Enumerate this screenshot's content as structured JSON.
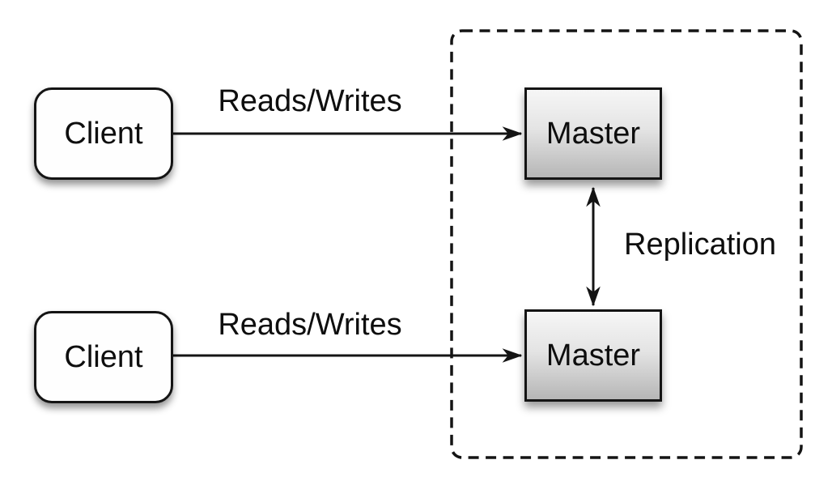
{
  "colors": {
    "background": "#ffffff",
    "stroke": "#141414",
    "text": "#0e0e0e",
    "client_fill": "#fefefe",
    "master_fill_top": "#f6f6f6",
    "master_fill_mid": "#e4e4e4",
    "master_fill_bottom": "#b6b6b6"
  },
  "diagram": {
    "type": "architecture-diagram",
    "clients": [
      {
        "id": "client-1",
        "label": "Client"
      },
      {
        "id": "client-2",
        "label": "Client"
      }
    ],
    "masters": [
      {
        "id": "master-1",
        "label": "Master"
      },
      {
        "id": "master-2",
        "label": "Master"
      }
    ],
    "edges": [
      {
        "id": "reads-writes-top",
        "label": "Reads/Writes",
        "from": "client-1",
        "to": "master-1",
        "direction": "one-way"
      },
      {
        "id": "reads-writes-bottom",
        "label": "Reads/Writes",
        "from": "client-2",
        "to": "master-2",
        "direction": "one-way"
      },
      {
        "id": "replication",
        "label": "Replication",
        "from": "master-1",
        "to": "master-2",
        "direction": "two-way"
      }
    ],
    "group": {
      "style": "dashed-rounded-rectangle",
      "contains": [
        "master-1",
        "master-2"
      ]
    }
  }
}
